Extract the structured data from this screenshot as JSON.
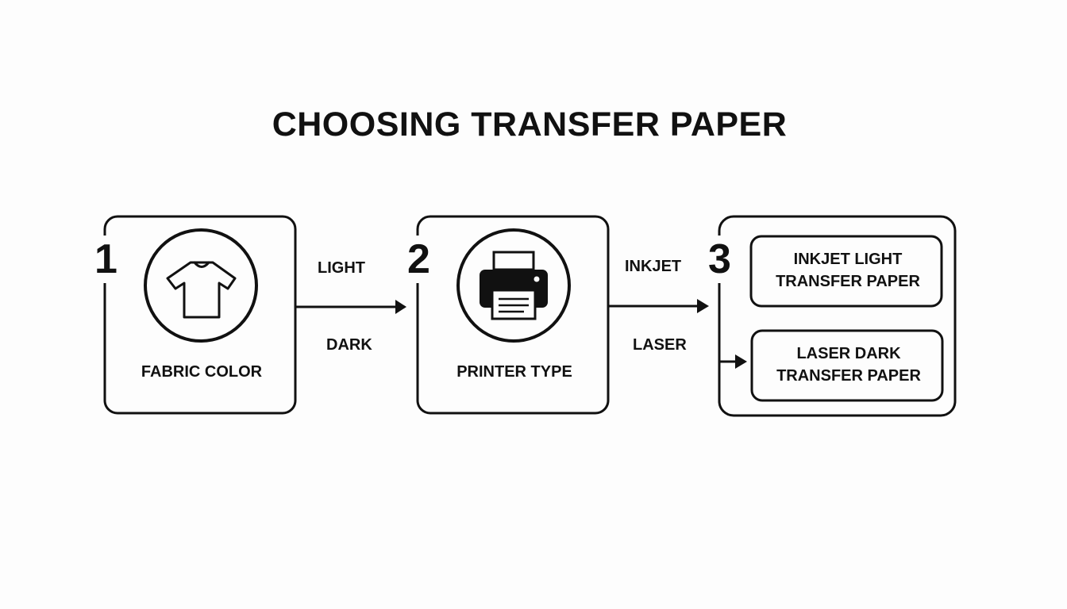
{
  "title": "CHOOSING TRANSFER PAPER",
  "steps": [
    {
      "number": "1",
      "label": "FABRIC COLOR",
      "icon": "t-shirt-icon"
    },
    {
      "number": "2",
      "label": "PRINTER TYPE",
      "icon": "printer-icon"
    },
    {
      "number": "3"
    }
  ],
  "branches": {
    "fabric": {
      "top": "LIGHT",
      "bottom": "DARK"
    },
    "printer": {
      "top": "INKJET",
      "bottom": "LASER"
    }
  },
  "options": [
    {
      "line1": "INKJET LIGHT",
      "line2": "TRANSFER PAPER"
    },
    {
      "line1": "LASER DARK",
      "line2": "TRANSFER PAPER"
    }
  ]
}
